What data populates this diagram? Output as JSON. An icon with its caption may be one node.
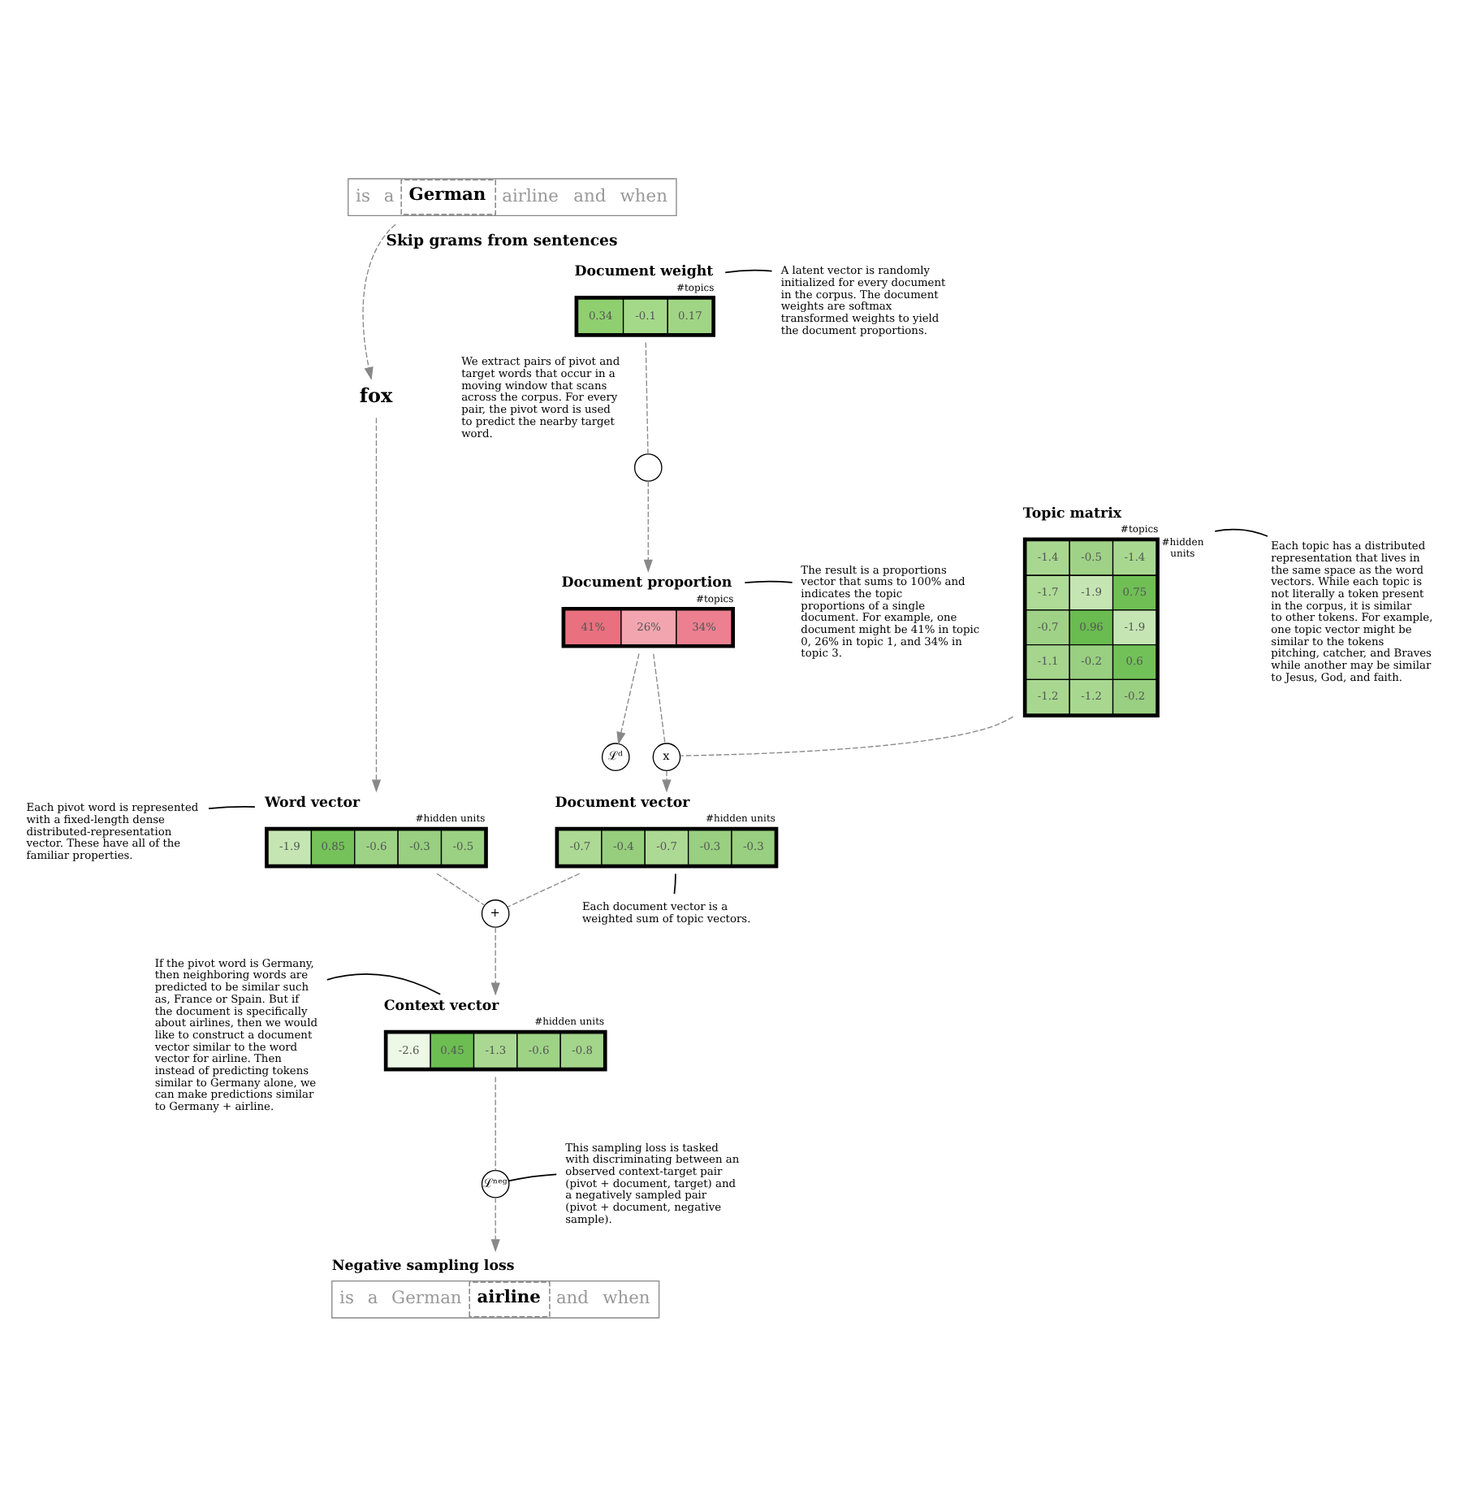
{
  "diagram": {
    "nodes": [
      {
        "text": [
          "is",
          "a",
          "German",
          "airline",
          "and",
          "when"
        ]
      },
      {
        "text": [
          "fox"
        ]
      },
      {
        "text": [
          "Document weight",
          "#topics",
          "0.34",
          "-0.1",
          "0.17"
        ]
      },
      {
        "text": [],
        "shape": "circle"
      },
      {
        "text": [
          "Document proportion",
          "#topics",
          "41%",
          "26%",
          "34%"
        ]
      },
      {
        "text": [
          "ℒᵈ"
        ]
      },
      {
        "text": [
          "Topic matrix",
          "#topics",
          "#hidden units",
          "-1.4",
          "-0.5",
          "-1.4",
          "-1.7",
          "-1.9",
          "0.75",
          "-0.7",
          "0.96",
          "-1.9",
          "-1.1",
          "-0.2",
          "0.6",
          "-1.2",
          "-1.2",
          "-0.2"
        ]
      },
      {
        "text": [
          "x"
        ]
      },
      {
        "text": [
          "Word vector",
          "#hidden units",
          "-1.9",
          "0.85",
          "-0.6",
          "-0.3",
          "-0.5"
        ]
      },
      {
        "text": [
          "Document vector",
          "#hidden units",
          "-0.7",
          "-0.4",
          "-0.7",
          "-0.3",
          "-0.3"
        ]
      },
      {
        "text": [
          "+"
        ]
      },
      {
        "text": [
          "Context vector",
          "#hidden units",
          "-2.6",
          "0.45",
          "-1.3",
          "-0.6",
          "-0.8"
        ]
      },
      {
        "text": [
          "ℒⁿᵉᵍ"
        ]
      },
      {
        "text": [
          "Negative sampling loss",
          "is",
          "a",
          "German",
          "airline",
          "and",
          "when"
        ]
      },
      {
        "text": [
          "A latent vector is randomly initialized for every document in the corpus. The document weights are softmax transformed weights to yield the document proportions."
        ]
      },
      {
        "text": [
          "The result is a proportions vector that sums to 100% and indicates the topic proportions of a single document. For example, one document might be 41% in topic 0, 26% in topic 1, and 34% in topic 3."
        ]
      },
      {
        "text": [
          "Each pivot word is represented with a fixed-length dense distributed-representation vector. These have all of the familiar properties."
        ]
      },
      {
        "text": [
          "Each topic has a distributed representation that lives in the same space as the word vectors. While each topic is not literally a token present in the corpus, it is similar to other tokens. For example, one topic vector might be similar to the tokens pitching, catcher, and Braves while another may be similar to Jesus, God, and faith."
        ]
      },
      {
        "text": [
          "If the pivot word is Germany, then neighboring words are predicted to be similar such as, France or Spain. But if the document is specifically about airlines, then we would like to construct a document vector similar to the word vector for airline. Then instead of predicting tokens similar to Germany alone, we can make predictions similar to Germany + airline."
        ]
      },
      {
        "text": [
          "Each document vector is a weighted sum of topic vectors."
        ]
      },
      {
        "text": [
          "This sampling loss is tasked with discriminating between an observed context-target pair (pivot + document, target) and a negatively sampled pair (pivot + document, negative sample)."
        ]
      }
    ],
    "edges": [
      {
        "from": 0,
        "to": 1,
        "arrow": "to",
        "style": "dashed",
        "label": "Skip grams from sentences"
      },
      {
        "from": 1,
        "to": 8,
        "arrow": "to",
        "style": "dashed"
      },
      {
        "from": 2,
        "to": 3,
        "arrow": "none",
        "style": "dashed"
      },
      {
        "from": 3,
        "to": 4,
        "arrow": "to",
        "style": "dashed"
      },
      {
        "from": 4,
        "to": 5,
        "arrow": "to",
        "style": "dashed"
      },
      {
        "from": 4,
        "to": 7,
        "arrow": "none",
        "style": "dashed"
      },
      {
        "from": 6,
        "to": 7,
        "arrow": "none",
        "style": "dashed"
      },
      {
        "from": 7,
        "to": 9,
        "arrow": "to",
        "style": "dashed"
      },
      {
        "from": 8,
        "to": 10,
        "arrow": "none",
        "style": "dashed"
      },
      {
        "from": 9,
        "to": 10,
        "arrow": "none",
        "style": "dashed"
      },
      {
        "from": 10,
        "to": 11,
        "arrow": "to",
        "style": "dashed"
      },
      {
        "from": 11,
        "to": 12,
        "arrow": "none",
        "style": "dashed"
      },
      {
        "from": 12,
        "to": 13,
        "arrow": "to",
        "style": "dashed"
      },
      {
        "from": 14,
        "to": 2,
        "arrow": "none",
        "color": "#000000"
      },
      {
        "from": 15,
        "to": 4,
        "arrow": "none",
        "color": "#000000"
      },
      {
        "from": 16,
        "to": 8,
        "arrow": "none",
        "color": "#000000"
      },
      {
        "from": 17,
        "to": 6,
        "arrow": "none",
        "color": "#000000"
      },
      {
        "from": 18,
        "to": 11,
        "arrow": "none",
        "color": "#000000"
      },
      {
        "from": 19,
        "to": 9,
        "arrow": "none",
        "color": "#000000"
      },
      {
        "from": 20,
        "to": 12,
        "arrow": "none",
        "color": "#000000"
      }
    ],
    "labels": [
      "We extract pairs of pivot and target words that occur in a moving window that scans across the corpus. For every pair, the pivot word is used to predict the nearby target word."
    ]
  }
}
